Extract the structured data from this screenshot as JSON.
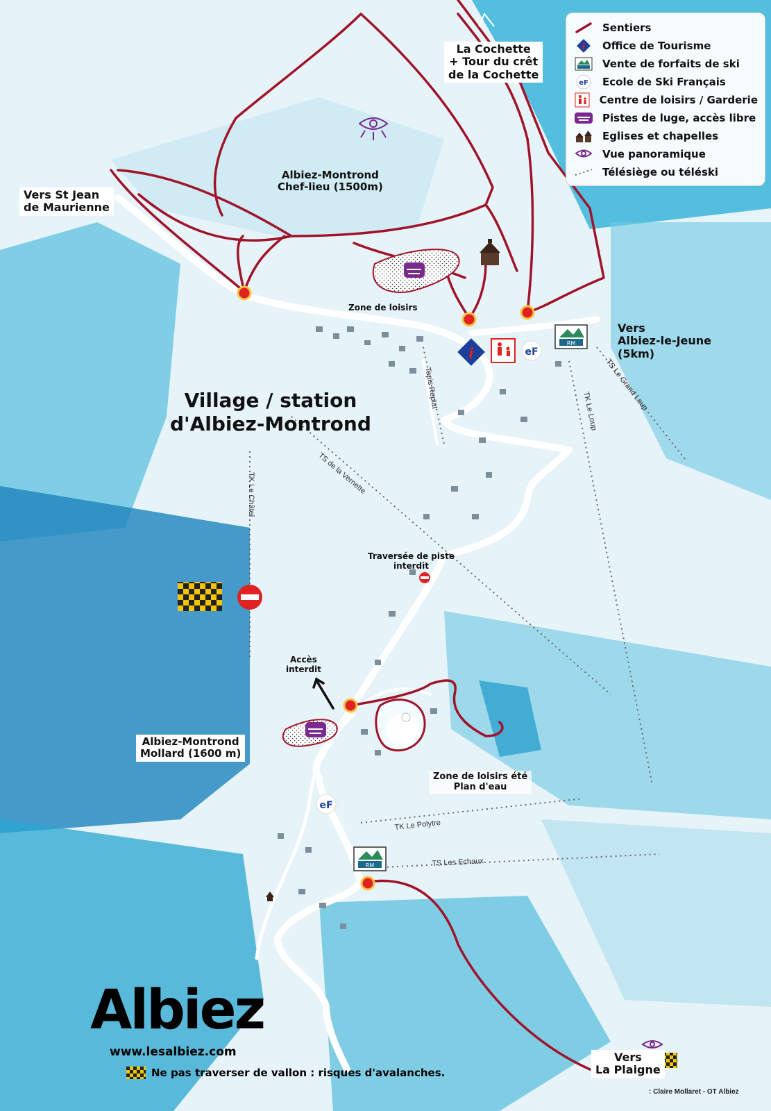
{
  "legend": {
    "items": [
      {
        "icon": "trail-line-icon",
        "label": "Sentiers"
      },
      {
        "icon": "tourist-office-icon",
        "label": "Office de Tourisme"
      },
      {
        "icon": "ski-pass-icon",
        "label": "Vente de forfaits de ski"
      },
      {
        "icon": "ski-school-icon",
        "label": "Ecole de Ski Français"
      },
      {
        "icon": "leisure-centre-icon",
        "label": "Centre de loisirs / Garderie"
      },
      {
        "icon": "sledge-icon",
        "label": "Pistes de luge, accès libre"
      },
      {
        "icon": "church-icon",
        "label": "Eglises et chapelles"
      },
      {
        "icon": "eye-icon",
        "label": "Vue panoramique"
      },
      {
        "icon": "lift-line-icon",
        "label": "Télésiège ou téléski"
      }
    ]
  },
  "places": {
    "cochette_1": "La Cochette",
    "cochette_2": "+ Tour du crêt",
    "cochette_3": "de la Cochette",
    "stjean_1": "Vers St Jean",
    "stjean_2": "de Maurienne",
    "chef_lieu_1": "Albiez-Montrond",
    "chef_lieu_2": "Chef-lieu (1500m)",
    "zone_loisirs": "Zone de loisirs",
    "jeune_1": "Vers",
    "jeune_2": "Albiez-le-Jeune",
    "jeune_3": "(5km)",
    "village_1": "Village / station",
    "village_2": "d'Albiez-Montrond",
    "traversee_1": "Traversée de piste",
    "traversee_2": "interdit",
    "acces_1": "Accès",
    "acces_2": "interdit",
    "mollard_1": "Albiez-Montrond",
    "mollard_2": "Mollard (1600 m)",
    "ete_1": "Zone de loisirs été",
    "ete_2": "Plan d'eau",
    "plaigne_1": "Vers",
    "plaigne_2": "La Plaigne"
  },
  "lifts": {
    "tapis": "Tapis Replat",
    "grand_loup": "TS Le Grand Loup",
    "loup": "TK Le Loup",
    "chatel": "TK Le Châtel",
    "vernette": "TS de la Vernette",
    "polytre": "TK Le Polytre",
    "echaux": "TS Les Echaux"
  },
  "brand": {
    "logo": "Albiez",
    "website": "www.lesalbiez.com",
    "warning": "Ne pas traverser de vallon : risques d'avalanches.",
    "credit": ": Claire Mollaret - OT Albiez"
  },
  "colors": {
    "trail": "#a0142a",
    "snow_light": "#e6f3f8",
    "snow_blue": "#2eb1d6",
    "forest_blue": "#1f8fc3",
    "road": "#ffffff",
    "marker_fill": "#e02222"
  }
}
